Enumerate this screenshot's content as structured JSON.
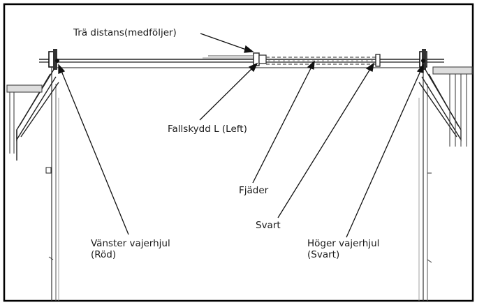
{
  "labels": {
    "spacer": "Trä distans(medföljer)",
    "fall_guard": "Fallskydd L (Left)",
    "spring": "Fjäder",
    "black": "Svart",
    "left_drum_line1": "Vänster vajerhjul",
    "left_drum_line2": "(Röd)",
    "right_drum_line1": "Höger vajerhjul",
    "right_drum_line2": "(Svart)"
  },
  "colors": {
    "ink": "#1a1a1a",
    "frame": "#000000",
    "background": "#ffffff"
  }
}
